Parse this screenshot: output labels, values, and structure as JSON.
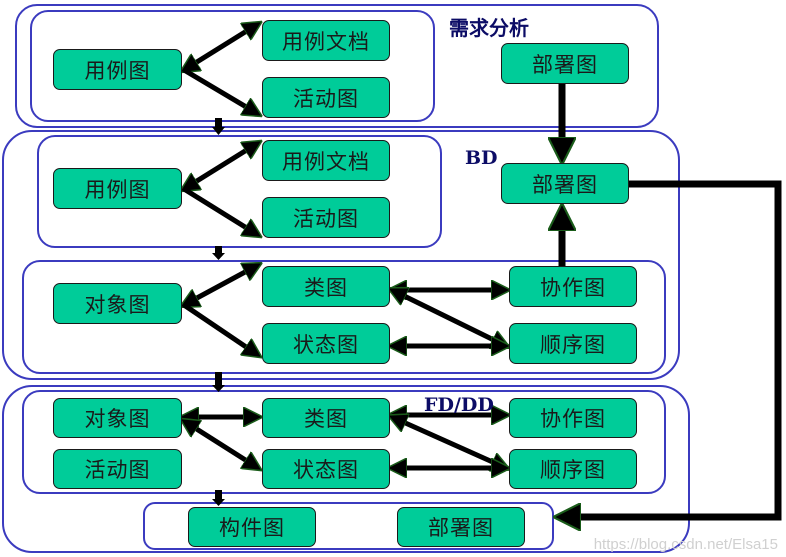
{
  "colors": {
    "node_fill": "#00cc99",
    "frame_border": "#3b3bbf",
    "arrow": "#000000",
    "arrow_outline": "#1a5c1a",
    "section_label": "#0c0c66"
  },
  "sections": {
    "requirements": {
      "label": "需求分析",
      "nodes": {
        "use_case": "用例图",
        "use_case_doc": "用例文档",
        "activity": "活动图",
        "deployment": "部署图"
      }
    },
    "bd": {
      "label": "BD",
      "nodes": {
        "use_case": "用例图",
        "use_case_doc": "用例文档",
        "activity": "活动图",
        "deployment": "部署图",
        "object": "对象图",
        "class": "类图",
        "state": "状态图",
        "collaboration": "协作图",
        "sequence": "顺序图"
      }
    },
    "fd_dd": {
      "label": "FD/DD",
      "nodes": {
        "object": "对象图",
        "activity": "活动图",
        "class": "类图",
        "state": "状态图",
        "collaboration": "协作图",
        "sequence": "顺序图",
        "component": "构件图",
        "deployment": "部署图"
      }
    }
  },
  "watermark": "https://blog.csdn.net/Elsa15"
}
